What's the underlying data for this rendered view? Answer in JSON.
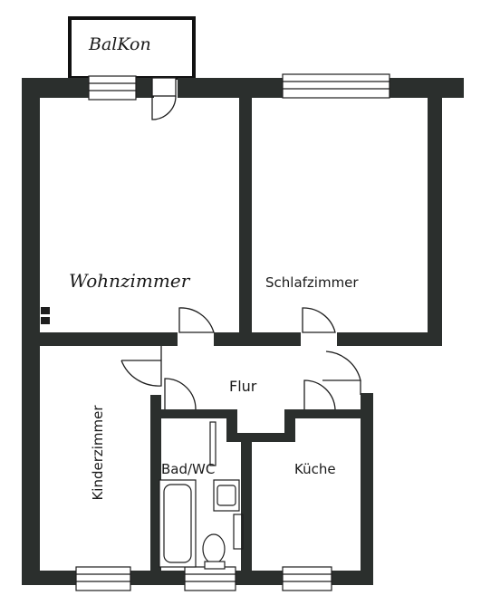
{
  "floorplan": {
    "rooms": {
      "balkon": "BalKon",
      "wohnzimmer": "Wohnzimmer",
      "schlafzimmer": "Schlafzimmer",
      "flur": "Flur",
      "kinderzimmer": "Kinderzimmer",
      "bad": "Bad/WC",
      "kueche": "Küche"
    },
    "colors": {
      "wall": "#2b2f2d",
      "line": "#1e1e1e",
      "paper": "#ffffff"
    }
  }
}
